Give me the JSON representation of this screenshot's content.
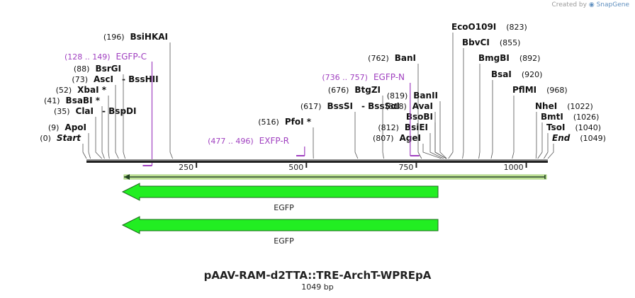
{
  "header": {
    "credit_prefix": "Created by",
    "credit_brand": "SnapGene"
  },
  "map": {
    "title": "pAAV-RAM-d2TTA::TRE-ArchT-WPREpA",
    "length_label": "1049 bp",
    "length": 1049,
    "ticks": [
      {
        "pos": 250,
        "label": "250"
      },
      {
        "pos": 500,
        "label": "500"
      },
      {
        "pos": 750,
        "label": "750"
      },
      {
        "pos": 1000,
        "label": "1000"
      }
    ],
    "sites": [
      {
        "pos": "(0)",
        "name": "Start",
        "italic": true,
        "bp": 0
      },
      {
        "pos": "(9)",
        "name": "ApoI",
        "bp": 9
      },
      {
        "pos": "(35)",
        "name": "ClaI",
        "alt": "BspDI",
        "bp": 35
      },
      {
        "pos": "(41)",
        "name": "BsaBI *",
        "bp": 41
      },
      {
        "pos": "(52)",
        "name": "XbaI *",
        "bp": 52
      },
      {
        "pos": "(73)",
        "name": "AscI",
        "alt": "BssHII",
        "bp": 73
      },
      {
        "pos": "(88)",
        "name": "BsrGI",
        "bp": 88
      },
      {
        "pos": "(196)",
        "name": "BsiHKAI",
        "bp": 196
      },
      {
        "pos": "(516)",
        "name": "PfoI *",
        "bp": 516
      },
      {
        "pos": "(617)",
        "name": "BssSI",
        "alt": "BssSαI",
        "bp": 617
      },
      {
        "pos": "(676)",
        "name": "BtgZI",
        "bp": 676
      },
      {
        "pos": "(762)",
        "name": "BanI",
        "bp": 762
      },
      {
        "pos": "(807)",
        "name": "AgeI",
        "bp": 807
      },
      {
        "pos": "(812)",
        "name": "BsiEI",
        "bp": 812
      },
      {
        "pos": "",
        "name": "BsoBI",
        "bp": 818
      },
      {
        "pos": "(818)",
        "name": "AvaI",
        "bp": 818
      },
      {
        "pos": "(819)",
        "name": "BanII",
        "bp": 819
      },
      {
        "pos": "(823)",
        "name": "EcoO109I",
        "bp": 823
      },
      {
        "pos": "(855)",
        "name": "BbvCI",
        "bp": 855
      },
      {
        "pos": "(892)",
        "name": "BmgBI",
        "bp": 892
      },
      {
        "pos": "(920)",
        "name": "BsaI",
        "bp": 920
      },
      {
        "pos": "(968)",
        "name": "PflMI",
        "bp": 968
      },
      {
        "pos": "(1022)",
        "name": "NheI",
        "bp": 1022
      },
      {
        "pos": "(1026)",
        "name": "BmtI",
        "bp": 1026
      },
      {
        "pos": "(1040)",
        "name": "TsoI",
        "bp": 1040
      },
      {
        "pos": "(1049)",
        "name": "End",
        "italic": true,
        "bp": 1049
      }
    ],
    "primers": [
      {
        "range": "(128 .. 149)",
        "name": "EGFP-C",
        "start": 128,
        "end": 149,
        "direction": "reverse"
      },
      {
        "range": "(477 .. 496)",
        "name": "EXFP-R",
        "start": 477,
        "end": 496,
        "direction": "reverse"
      },
      {
        "range": "(736 .. 757)",
        "name": "EGFP-N",
        "start": 736,
        "end": 757,
        "direction": "forward"
      }
    ],
    "features": [
      {
        "name": "EGFP",
        "start": 1,
        "end": 720,
        "direction": "reverse",
        "color": "#22ee22"
      },
      {
        "name": "EGFP",
        "start": 1,
        "end": 720,
        "direction": "reverse",
        "color": "#22ee22"
      }
    ],
    "orf_color": "#c8e6a0",
    "primer_color": "#a040c0"
  }
}
